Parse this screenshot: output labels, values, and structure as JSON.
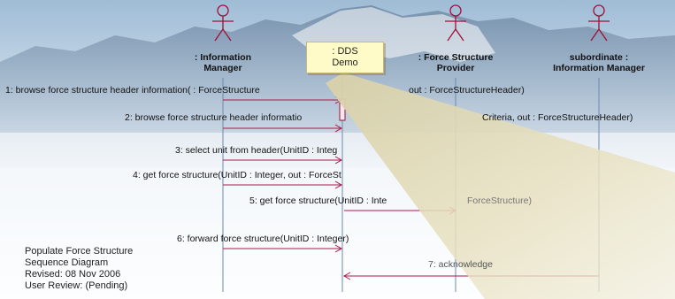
{
  "actors": [
    {
      "id": "information-manager",
      "line1": ": Information",
      "line2": "Manager"
    },
    {
      "id": "force-structure-provider",
      "line1": ": Force Structure",
      "line2": "Provider"
    },
    {
      "id": "subordinate-information-manager",
      "line1": "subordinate :",
      "line2": "Information Manager"
    }
  ],
  "demo_note": {
    "line1": ": DDS",
    "line2": "Demo"
  },
  "messages": [
    {
      "number": "1",
      "text": "1: browse force structure header information( : ForceStructure",
      "text_tail": "out : ForceStructureHeader)"
    },
    {
      "number": "2",
      "text": "2: browse force structure header informatio",
      "text_tail": "Criteria, out : ForceStructureHeader)"
    },
    {
      "number": "3",
      "text": "3: select unit from header(UnitID : Integ"
    },
    {
      "number": "4",
      "text": "4: get force structure(UnitID : Integer, out : ForceSt"
    },
    {
      "number": "5",
      "text": "5: get force structure(UnitID : Inte",
      "text_tail": "ForceStructure)"
    },
    {
      "number": "6",
      "text": "6: forward force structure(UnitID : Integer)"
    },
    {
      "number": "7",
      "text": "7: acknowledge"
    }
  ],
  "caption": {
    "line1": "Populate Force Structure",
    "line2": "Sequence Diagram",
    "line3": "Revised: 08 Nov 2006",
    "line4": "User Review: (Pending)"
  },
  "colors": {
    "message_line": "#b0154a",
    "lifeline": "#6a8ab0",
    "actor_stroke": "#a01038",
    "note_fill": "#fffbc8"
  }
}
